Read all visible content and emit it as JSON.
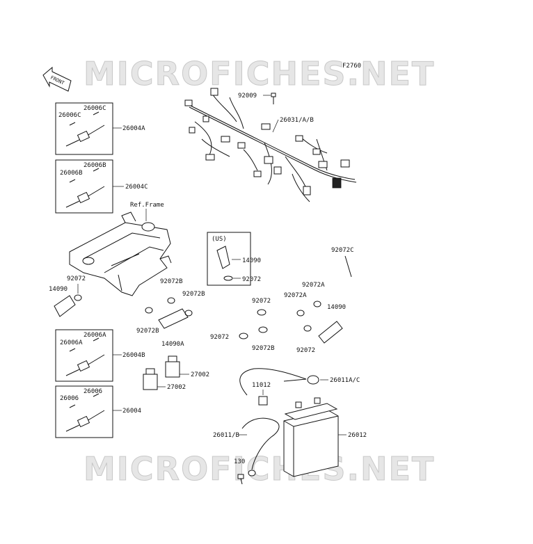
{
  "watermark": "MICROFICHES.NET",
  "figure_code": "F2760",
  "front_label": "FRONT",
  "callouts": [
    {
      "id": "c92009",
      "text": "92009"
    },
    {
      "id": "c26031",
      "text": "26031/A/B"
    },
    {
      "id": "c26006C_1",
      "text": "26006C"
    },
    {
      "id": "c26006C_2",
      "text": "26006C"
    },
    {
      "id": "c26004A",
      "text": "26004A"
    },
    {
      "id": "c26006B_1",
      "text": "26006B"
    },
    {
      "id": "c26006B_2",
      "text": "26006B"
    },
    {
      "id": "c26004C",
      "text": "26004C"
    },
    {
      "id": "cRefFrame",
      "text": "Ref.Frame"
    },
    {
      "id": "cUS",
      "text": "(US)"
    },
    {
      "id": "c14090_us",
      "text": "14090"
    },
    {
      "id": "c92072_us",
      "text": "92072"
    },
    {
      "id": "c92072C",
      "text": "92072C"
    },
    {
      "id": "c92072_l",
      "text": "92072"
    },
    {
      "id": "c14090_l",
      "text": "14090"
    },
    {
      "id": "c92072B_1",
      "text": "92072B"
    },
    {
      "id": "c92072B_2",
      "text": "92072B"
    },
    {
      "id": "c92072B_3",
      "text": "92072B"
    },
    {
      "id": "c14090A",
      "text": "14090A"
    },
    {
      "id": "c92072_m",
      "text": "92072"
    },
    {
      "id": "c92072_m2",
      "text": "92072"
    },
    {
      "id": "c92072B_4",
      "text": "92072B"
    },
    {
      "id": "c92072A_1",
      "text": "92072A"
    },
    {
      "id": "c92072A_2",
      "text": "92072A"
    },
    {
      "id": "c14090_r",
      "text": "14090"
    },
    {
      "id": "c92072_r",
      "text": "92072"
    },
    {
      "id": "c26006A_1",
      "text": "26006A"
    },
    {
      "id": "c26006A_2",
      "text": "26006A"
    },
    {
      "id": "c26004B",
      "text": "26004B"
    },
    {
      "id": "c27002_1",
      "text": "27002"
    },
    {
      "id": "c27002_2",
      "text": "27002"
    },
    {
      "id": "c11012",
      "text": "11012"
    },
    {
      "id": "c26011AC",
      "text": "26011A/C"
    },
    {
      "id": "c26006_1",
      "text": "26006"
    },
    {
      "id": "c26006_2",
      "text": "26006"
    },
    {
      "id": "c26004",
      "text": "26004"
    },
    {
      "id": "c26011B",
      "text": "26011/B"
    },
    {
      "id": "c26012",
      "text": "26012"
    },
    {
      "id": "c130",
      "text": "130"
    }
  ]
}
